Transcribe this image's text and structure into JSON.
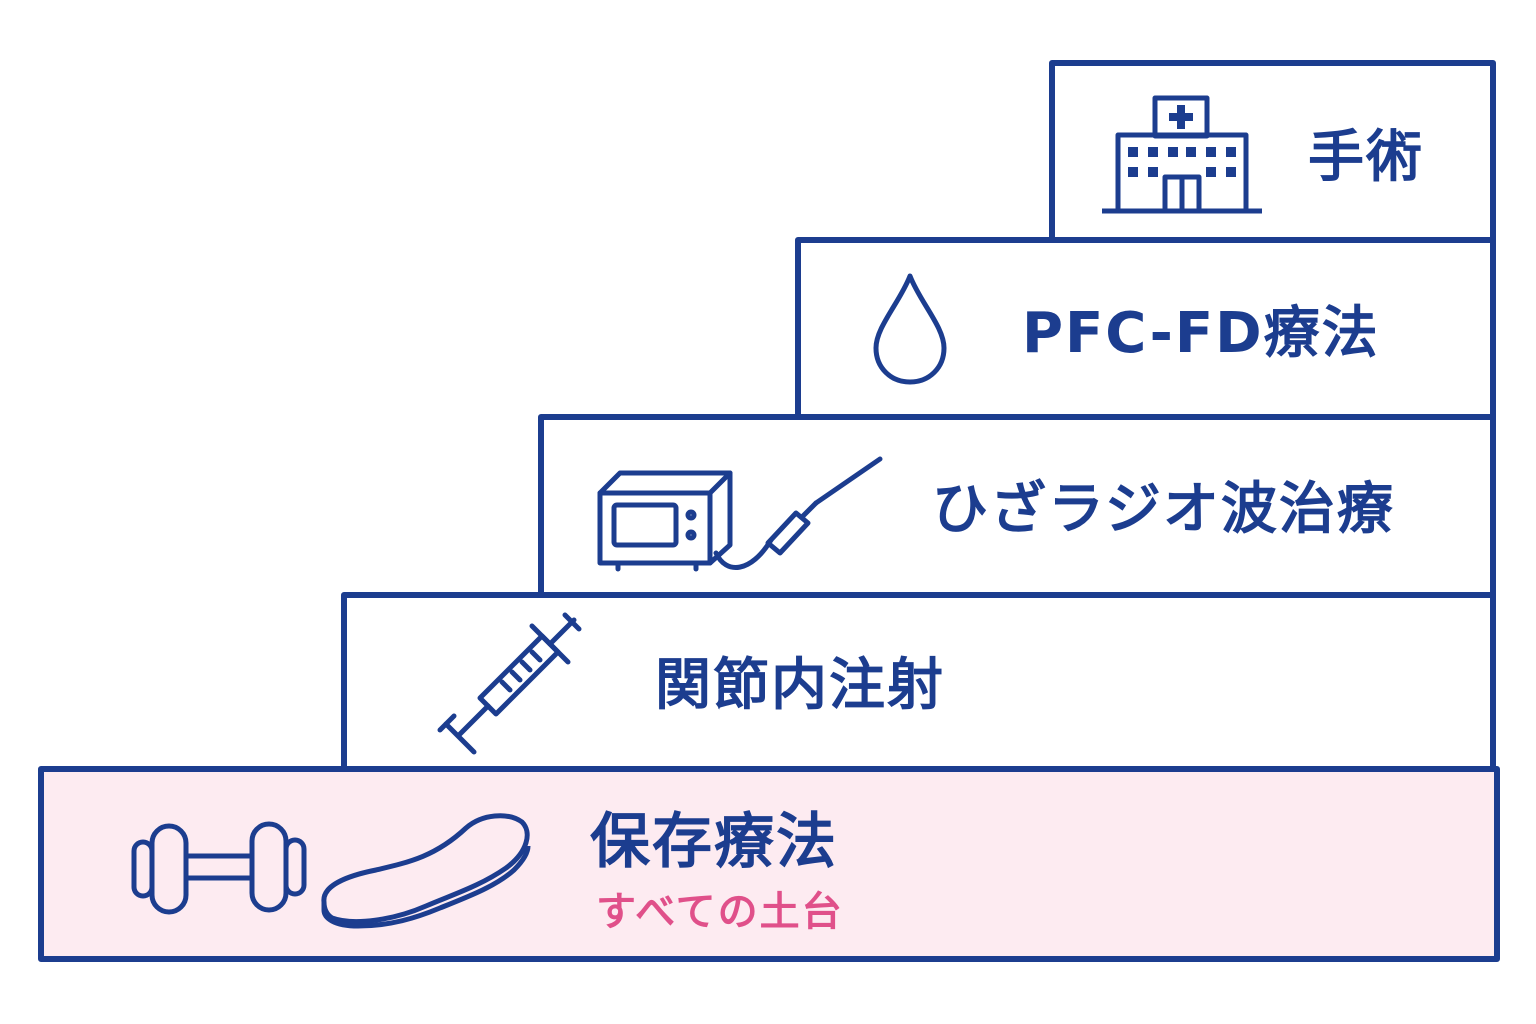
{
  "colors": {
    "primary": "#1c3d8f",
    "accent": "#e0508a",
    "base_fill": "#fdebf1",
    "background": "#ffffff"
  },
  "steps": [
    {
      "id": "surgery",
      "label": "手術",
      "icon": "hospital-icon"
    },
    {
      "id": "pfc-fd",
      "label": "PFC-FD療法",
      "icon": "water-drop-icon"
    },
    {
      "id": "radiofrequency",
      "label": "ひざラジオ波治療",
      "icon": "radiofrequency-device-icon"
    },
    {
      "id": "injection",
      "label": "関節内注射",
      "icon": "syringe-icon"
    },
    {
      "id": "conservative",
      "label": "保存療法",
      "sublabel": "すべての土台",
      "icons": [
        "dumbbell-icon",
        "insole-icon"
      ]
    }
  ]
}
